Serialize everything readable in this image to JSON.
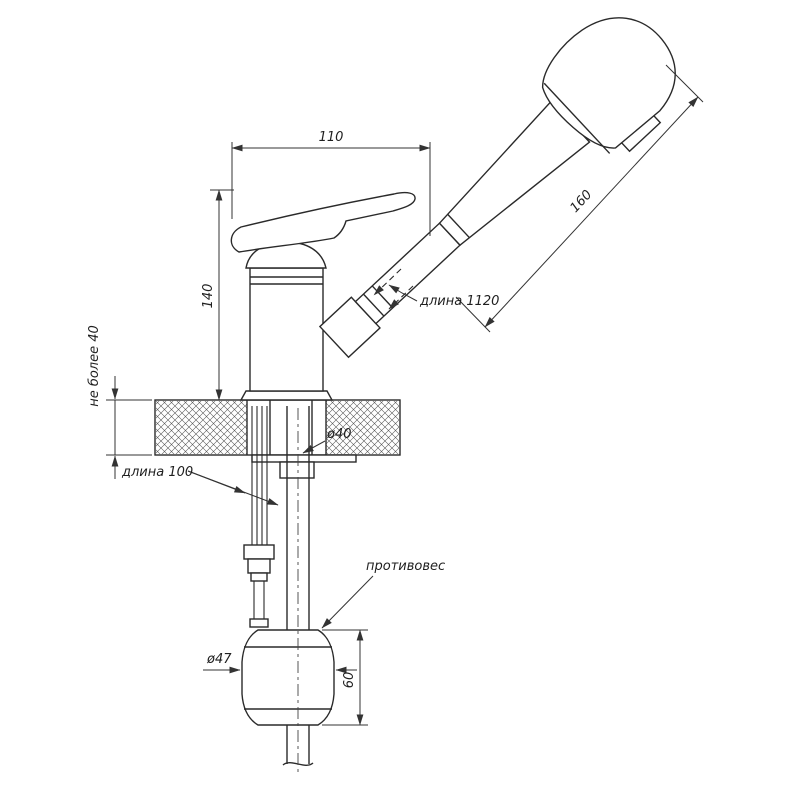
{
  "page": {
    "background": "#ffffff"
  },
  "drawing": {
    "type": "technical-diagram",
    "subject": "single-lever faucet with pull-out spray head, mounting dimensions and counterweight",
    "colors": {
      "line": "#2a2a2a",
      "dimension": "#333333",
      "text": "#1f1f1f",
      "hatch": "#5a5a5a",
      "background": "#ffffff"
    },
    "labels": {
      "dim_width_top": "110",
      "dim_body_height": "140",
      "dim_counter_thickness": "не более 40",
      "dim_spray_head": "160",
      "hose_length": "длина 1120",
      "hole_diameter": "ø40",
      "supply_hose_length": "длина 100",
      "counterweight_name": "противовес",
      "counterweight_diameter": "ø47",
      "counterweight_height": "60"
    }
  }
}
